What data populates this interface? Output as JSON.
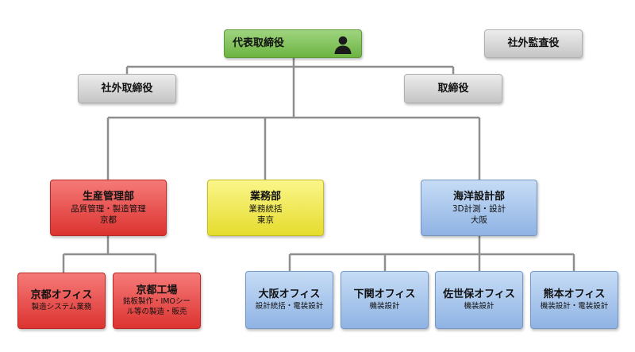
{
  "top": {
    "ceo": "代表取締役",
    "auditor": "社外監査役",
    "outside_director": "社外取締役",
    "director": "取締役",
    "person_icon": "person-silhouette-icon"
  },
  "departments": {
    "production": {
      "title": "生産管理部",
      "line1": "品質管理・製造管理",
      "line2": "京都"
    },
    "business": {
      "title": "業務部",
      "line1": "業務統括",
      "line2": "東京"
    },
    "marine": {
      "title": "海洋設計部",
      "line1": "3D計測・設計",
      "line2": "大阪"
    }
  },
  "offices": {
    "kyoto_office": {
      "title": "京都オフィス",
      "desc": "製造システム業務"
    },
    "kyoto_factory": {
      "title": "京都工場",
      "desc1": "銘板製作・IMOシー",
      "desc2": "ル等の製造・販売"
    },
    "osaka": {
      "title": "大阪オフィス",
      "desc": "設計統括・電装設計"
    },
    "shimonoseki": {
      "title": "下関オフィス",
      "desc": "機装設計"
    },
    "sasebo": {
      "title": "佐世保オフィス",
      "desc": "機装設計"
    },
    "kumamoto": {
      "title": "熊本オフィス",
      "desc": "機装設計・電装設計"
    }
  },
  "colors": {
    "connector": "#8e8e8e",
    "ceo": "#6cb442",
    "board": "#c5c5c5",
    "production": "#dc3330",
    "business": "#e5dc2e",
    "marine": "#8fb3e4"
  }
}
